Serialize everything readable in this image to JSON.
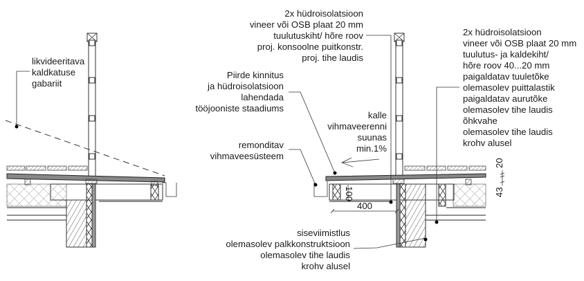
{
  "drawing": {
    "left_detail": {
      "annotations": [
        {
          "id": "demolished-roof",
          "lines": [
            "likvideeritava",
            "kaldkatuse",
            "gabariit"
          ]
        }
      ]
    },
    "right_detail": {
      "annotations": [
        {
          "id": "top-buildup",
          "lines": [
            "2x hüdroisolatsioon",
            "vineer või OSB plaat 20 mm",
            "tuulutuskiht/ hõre roov",
            "proj. konsoolne puitkonstr.",
            "proj. tihe laudis"
          ]
        },
        {
          "id": "railing-fixing",
          "lines": [
            "Piirde kinnitus",
            "ja hüdroisolatsioon",
            "lahendada",
            "tööjooniste staadiums"
          ]
        },
        {
          "id": "slope",
          "lines": [
            "kalle",
            "vihmaveerenni",
            "suunas",
            "min.1%"
          ]
        },
        {
          "id": "gutter",
          "lines": [
            "remonditav",
            "vihmaveesüsteem"
          ]
        },
        {
          "id": "roof-buildup",
          "lines": [
            "2x hüdroisolatsioon",
            "vineer või OSB plaat 20 mm",
            "tuulutus- ja kaldekiht/",
            "hõre roov 40...20 mm",
            "paigaldatav tuuletõke",
            "olemasolev puittalastik",
            "paigaldatav aurutõke",
            "olemasolev tihe laudis",
            "õhkvahe",
            "olemasolev tihe laudis",
            "krohv alusel"
          ]
        },
        {
          "id": "wall-buildup",
          "lines": [
            "siseviimistlus",
            "olemasolev palkkonstruktsioon",
            "olemasolev tihe laudis",
            "krohv alusel"
          ]
        }
      ],
      "dimensions": {
        "cantilever_width": "400",
        "cantilever_height": "100",
        "layer_top": "20",
        "layer_bottom": "43"
      }
    }
  }
}
